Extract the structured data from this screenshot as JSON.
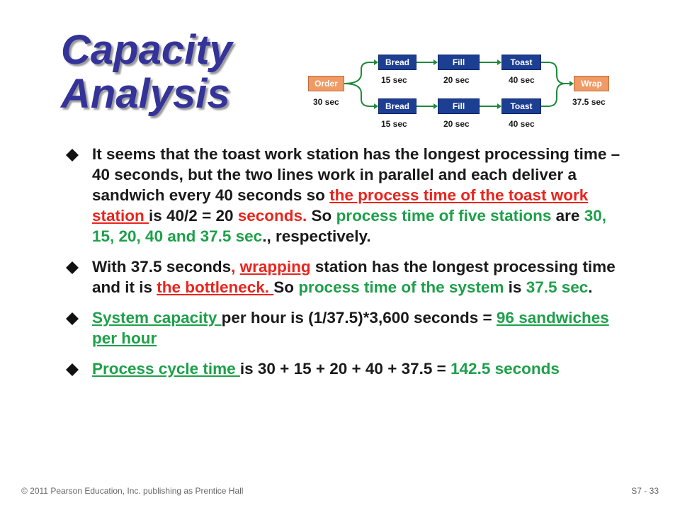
{
  "slide": {
    "title_line1": "Capacity",
    "title_line2": "Analysis",
    "diagram": {
      "order": {
        "label": "Order",
        "time": "30 sec"
      },
      "lines": [
        {
          "bread": {
            "label": "Bread",
            "time": "15 sec"
          },
          "fill": {
            "label": "Fill",
            "time": "20 sec"
          },
          "toast": {
            "label": "Toast",
            "time": "40 sec"
          }
        },
        {
          "bread": {
            "label": "Bread",
            "time": "15 sec"
          },
          "fill": {
            "label": "Fill",
            "time": "20 sec"
          },
          "toast": {
            "label": "Toast",
            "time": "40 sec"
          }
        }
      ],
      "wrap": {
        "label": "Wrap",
        "time": "37.5 sec"
      }
    },
    "bullets": [
      {
        "p1": "It seems that the toast work station has the longest processing time – 40 seconds, but the two lines work in parallel and each deliver a sandwich every 40 seconds so ",
        "p2": "the process time of the toast work station ",
        "p3": "is 40/2 = 20 ",
        "p4": "seconds.",
        "p5": " So ",
        "p6": "process time of five stations",
        "p7": " are ",
        "p8": "30, 15, 20, 40 and 37.5 sec",
        "p9": "., respectively."
      },
      {
        "p1": "With 37.5 seconds",
        "p2": ", ",
        "p3": "wrapping",
        "p4": " station has the longest processing time and it is ",
        "p5": "the bottleneck. ",
        "p6": "So ",
        "p7": "process time of the system",
        "p8": " is ",
        "p9": "37.5 sec",
        "p10": "."
      },
      {
        "p1": "System capacity ",
        "p2": "per hour is (1/37.5)*3,600 seconds = ",
        "p3": "96 sandwiches per hour"
      },
      {
        "p1": "Process cycle time ",
        "p2": "is 30 + 15 + 20 + 40 + 37.5 = ",
        "p3": "142.5",
        "p4": " seconds"
      }
    ],
    "footer_left": "© 2011 Pearson Education, Inc. publishing as Prentice Hall",
    "footer_right": "S7 - 33"
  },
  "colors": {
    "title": "#333399",
    "station_blue": "#1c3f93",
    "station_orange": "#f09a66",
    "highlight_red": "#e8251e",
    "highlight_green": "#1ea04a"
  },
  "icons": {
    "bullet": "diamond-bullet-icon"
  }
}
